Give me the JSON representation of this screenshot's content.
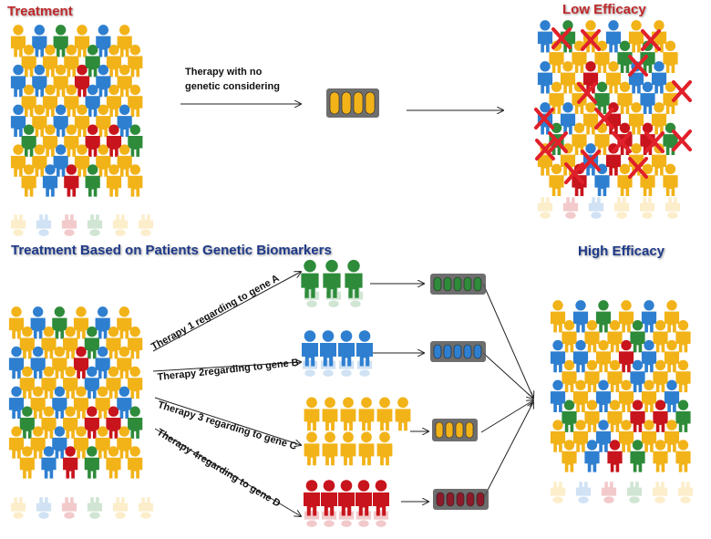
{
  "sections": {
    "top_title": "Treatment",
    "low_title": "Low Efficacy",
    "bottom_title": "Treatment  Based on Patients  Genetic  Biomarkers",
    "high_title": "High Efficacy"
  },
  "top_therapy": {
    "line1": "Therapy  with no",
    "line2": "genetic considering"
  },
  "therapies": [
    {
      "label": "Therapy 1 regarding to gene A",
      "color": "#2e8b3a"
    },
    {
      "label": "Therapy 2regarding  to gene B",
      "color": "#2e7fd0"
    },
    {
      "label": "Therapy 3  regarding to gene C",
      "color": "#f2b319"
    },
    {
      "label": "Therapy 4regarding to gene D",
      "color": "#c8141c"
    }
  ],
  "colors": {
    "red": "#c8141c",
    "blue": "#2e7fd0",
    "green": "#2e8b3a",
    "yellow": "#f2b319",
    "title_red": "#c0282b",
    "title_blue": "#1f3a8a",
    "cross": "#e0202a"
  },
  "icons": [
    "person-icon",
    "pill-pack-icon",
    "cross-mark-icon",
    "arrow-icon"
  ]
}
